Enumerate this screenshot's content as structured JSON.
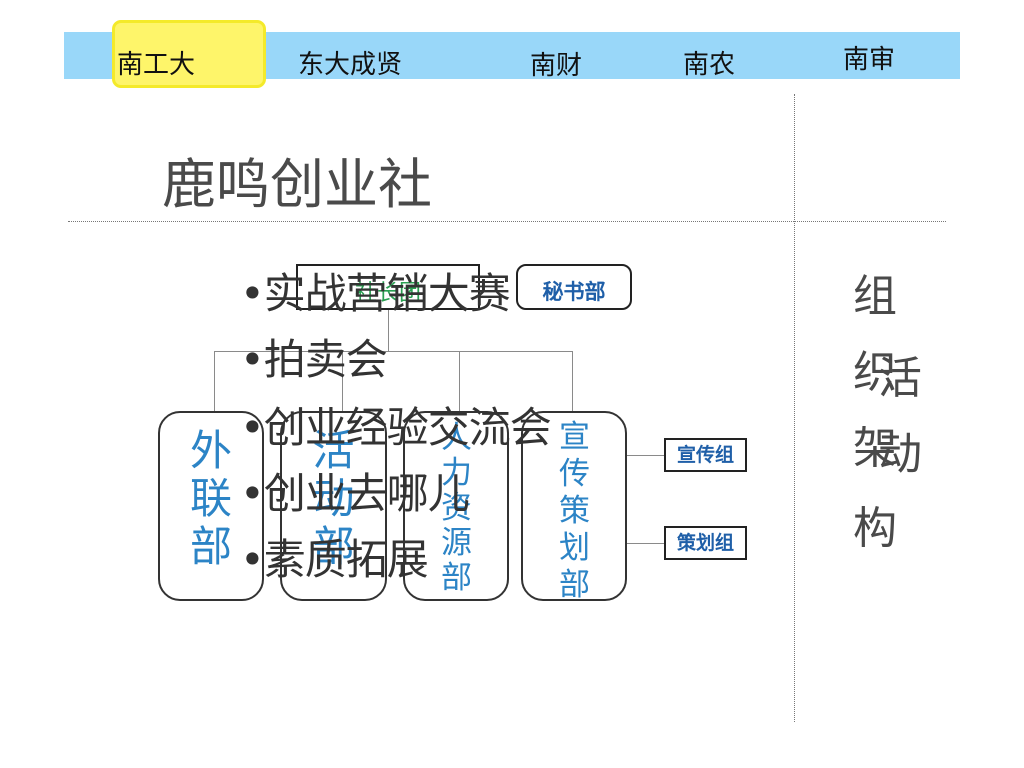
{
  "nav": {
    "tabs": [
      "南工大",
      "东大成贤",
      "南财",
      "南农",
      "南审"
    ],
    "active_tab": "南工大",
    "bar_color": "#99d7f9",
    "highlight_color": "#fef56a"
  },
  "title": "鹿鸣创业社",
  "org_chart": {
    "top_box": "社长团",
    "secretary": "秘书部",
    "departments": [
      "外联部",
      "活动部",
      "人力资源部",
      "宣传策划部"
    ],
    "sub_groups": [
      "宣传组",
      "策划组"
    ]
  },
  "bullets": [
    "•实战营销大赛",
    "•拍卖会",
    "•创业经验交流会",
    "•创业去哪儿",
    "•素质拓展"
  ],
  "side_labels": {
    "column_a": [
      "组",
      "织",
      "架",
      "构"
    ],
    "column_b": [
      "活",
      "动"
    ]
  }
}
